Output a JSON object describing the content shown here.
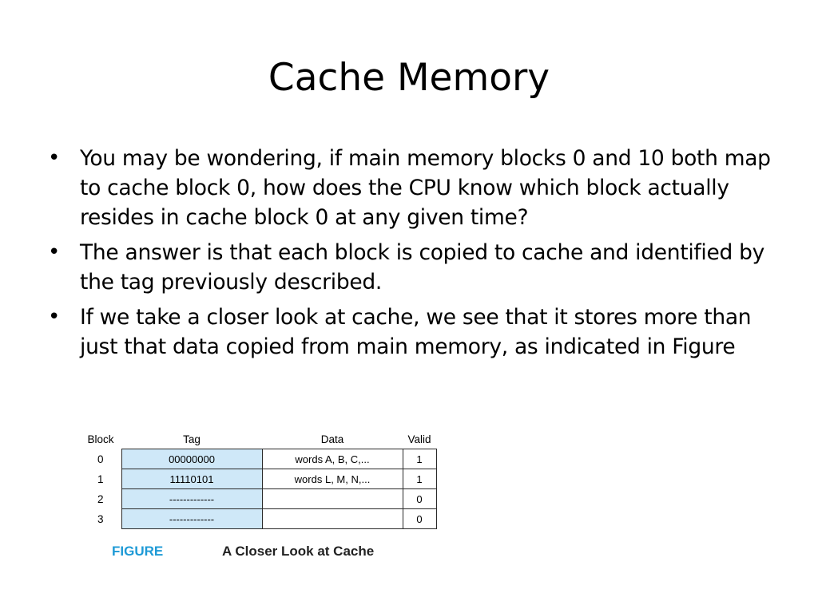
{
  "slide": {
    "title": "Cache Memory",
    "bullets": [
      "You may be wondering, if main memory blocks 0 and 10 both map to cache block 0, how does the CPU know which block actually resides in cache block 0 at any given time?",
      "The answer is that each block is copied to cache and identified by the tag previously described.",
      "If we take a closer look at cache, we see that it stores more than just that data copied from main memory, as indicated in Figure"
    ]
  },
  "figure": {
    "table": {
      "headers": {
        "block": "Block",
        "tag": "Tag",
        "data": "Data",
        "valid": "Valid"
      },
      "rows": [
        {
          "block": "0",
          "tag": "00000000",
          "data": "words A, B, C,...",
          "valid": "1"
        },
        {
          "block": "1",
          "tag": "11110101",
          "data": "words L, M, N,...",
          "valid": "1"
        },
        {
          "block": "2",
          "tag": "-------------",
          "data": "",
          "valid": "0"
        },
        {
          "block": "3",
          "tag": "-------------",
          "data": "",
          "valid": "0"
        }
      ]
    },
    "caption": {
      "label": "FIGURE",
      "text": "A Closer Look at Cache"
    },
    "colors": {
      "tag_fill": "#cfe8f8",
      "caption_label": "#1e9ad6"
    }
  }
}
